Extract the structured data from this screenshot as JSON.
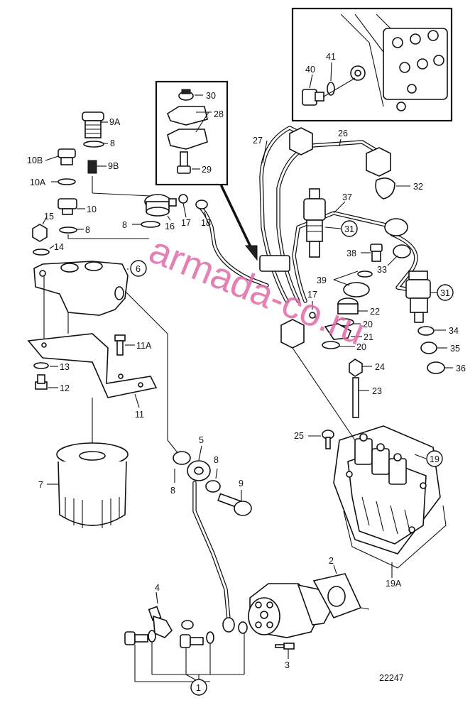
{
  "watermark": "armada-co.ru",
  "drawing_number": "22247",
  "callouts": {
    "c1": "1",
    "c2": "2",
    "c3": "3",
    "c4": "4",
    "c5": "5",
    "c6": "6",
    "c7": "7",
    "c8a": "8",
    "c8b": "8",
    "c8c": "8",
    "c8d": "8",
    "c8e": "8",
    "c9": "9",
    "c9a": "9A",
    "c9b": "9B",
    "c10": "10",
    "c10a": "10A",
    "c10b": "10B",
    "c11": "11",
    "c11a": "11A",
    "c12": "12",
    "c13": "13",
    "c14": "14",
    "c15": "15",
    "c16": "16",
    "c17a": "17",
    "c17b": "17",
    "c18": "18",
    "c19": "19",
    "c19a": "19A",
    "c20a": "20",
    "c20b": "20",
    "c21": "21",
    "c22": "22",
    "c23": "23",
    "c24": "24",
    "c25": "25",
    "c26": "26",
    "c27": "27",
    "c28": "28",
    "c29": "29",
    "c30": "30",
    "c31a": "31",
    "c31b": "31",
    "c32": "32",
    "c33": "33",
    "c34": "34",
    "c35": "35",
    "c36": "36",
    "c37": "37",
    "c38": "38",
    "c39": "39",
    "c40": "40",
    "c41": "41"
  }
}
